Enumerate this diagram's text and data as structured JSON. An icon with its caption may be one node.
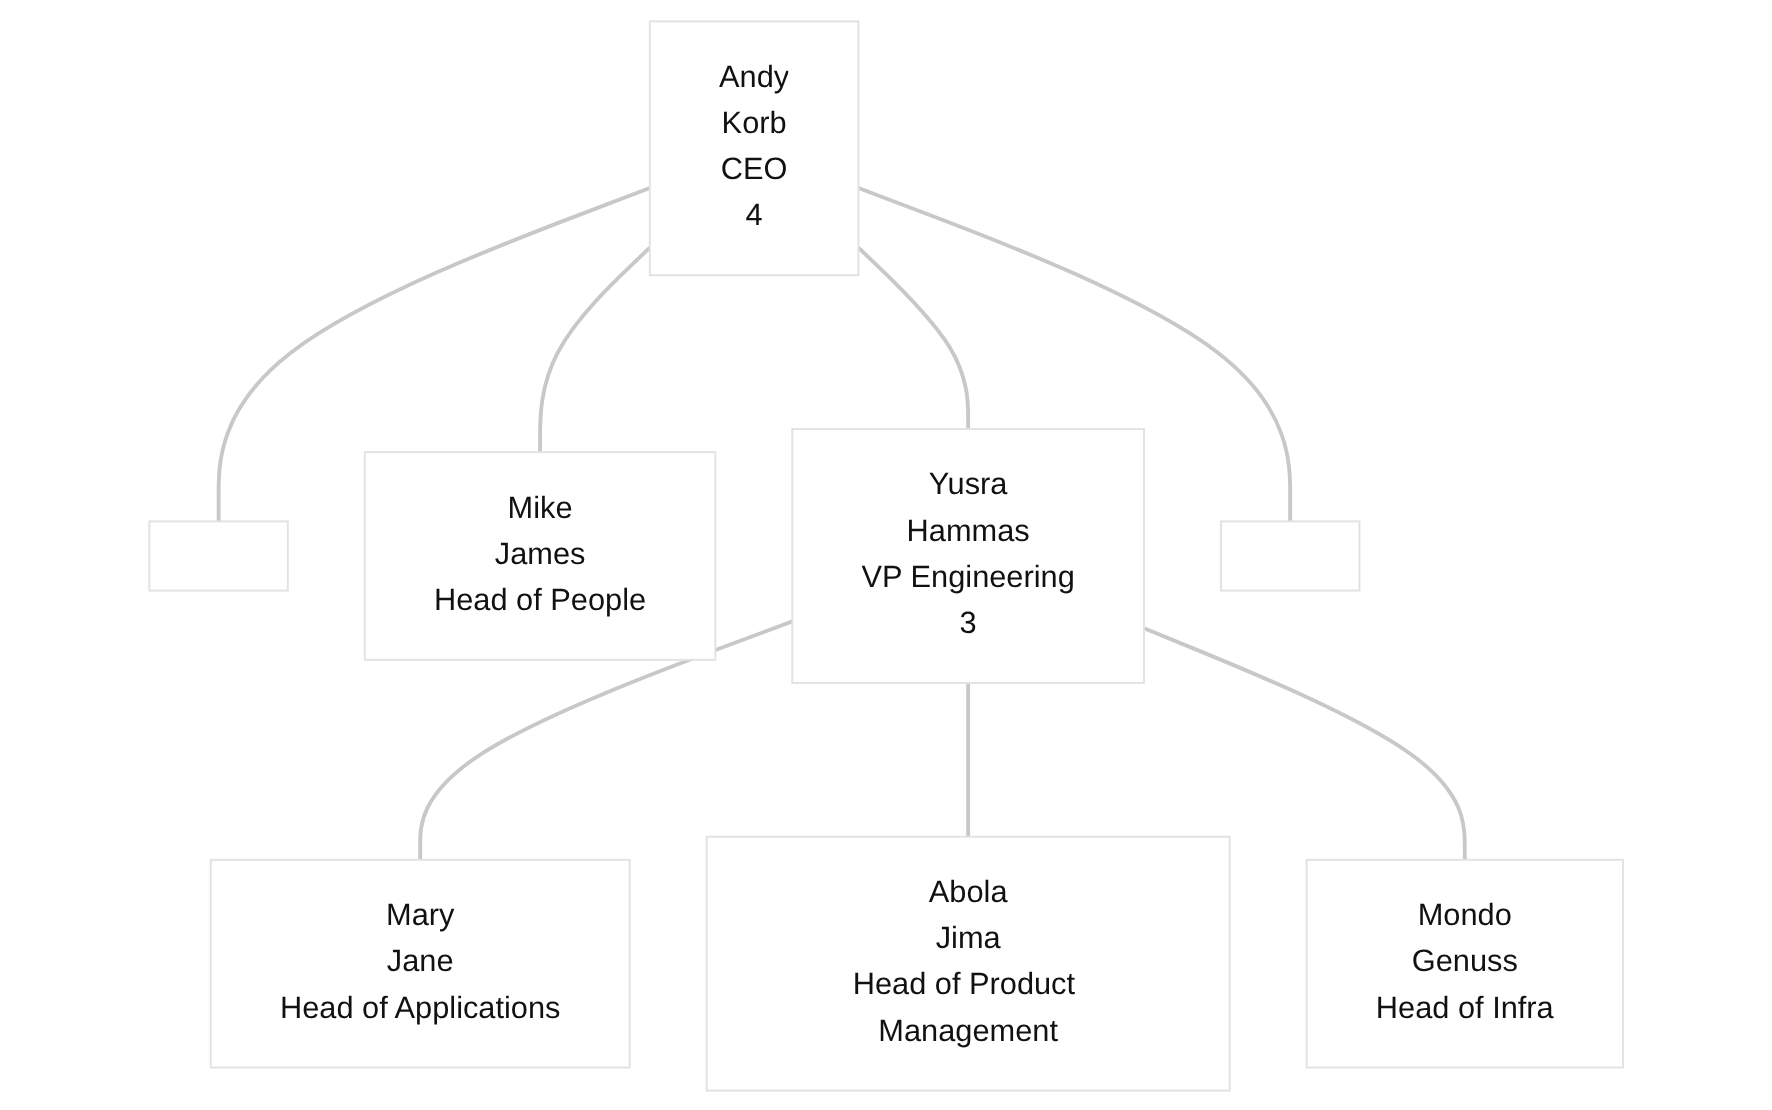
{
  "diagram": {
    "nodes": [
      {
        "text": [
          "Andy",
          "Korb",
          "CEO",
          "4"
        ]
      },
      {
        "text": [],
        "shape": "box"
      },
      {
        "text": [
          "Mike",
          "James",
          "Head of People"
        ]
      },
      {
        "text": [
          "Yusra",
          "Hammas",
          "VP Engineering",
          "3"
        ]
      },
      {
        "text": [],
        "shape": "box"
      },
      {
        "text": [
          "Mary",
          "Jane",
          "Head of Applications"
        ]
      },
      {
        "text": [
          "Abola",
          "Jima",
          "Head of Product Management"
        ]
      },
      {
        "text": [
          "Mondo",
          "Genuss",
          "Head of Infra"
        ]
      }
    ],
    "edges": [
      {
        "from": 0,
        "to": 1,
        "arrow": "none"
      },
      {
        "from": 0,
        "to": 4,
        "arrow": "none"
      },
      {
        "from": 0,
        "to": 2,
        "arrow": "none"
      },
      {
        "from": 0,
        "to": 3,
        "arrow": "none"
      },
      {
        "from": 3,
        "to": 5,
        "arrow": "none"
      },
      {
        "from": 3,
        "to": 6,
        "arrow": "none"
      },
      {
        "from": 3,
        "to": 7,
        "arrow": "none"
      }
    ]
  }
}
